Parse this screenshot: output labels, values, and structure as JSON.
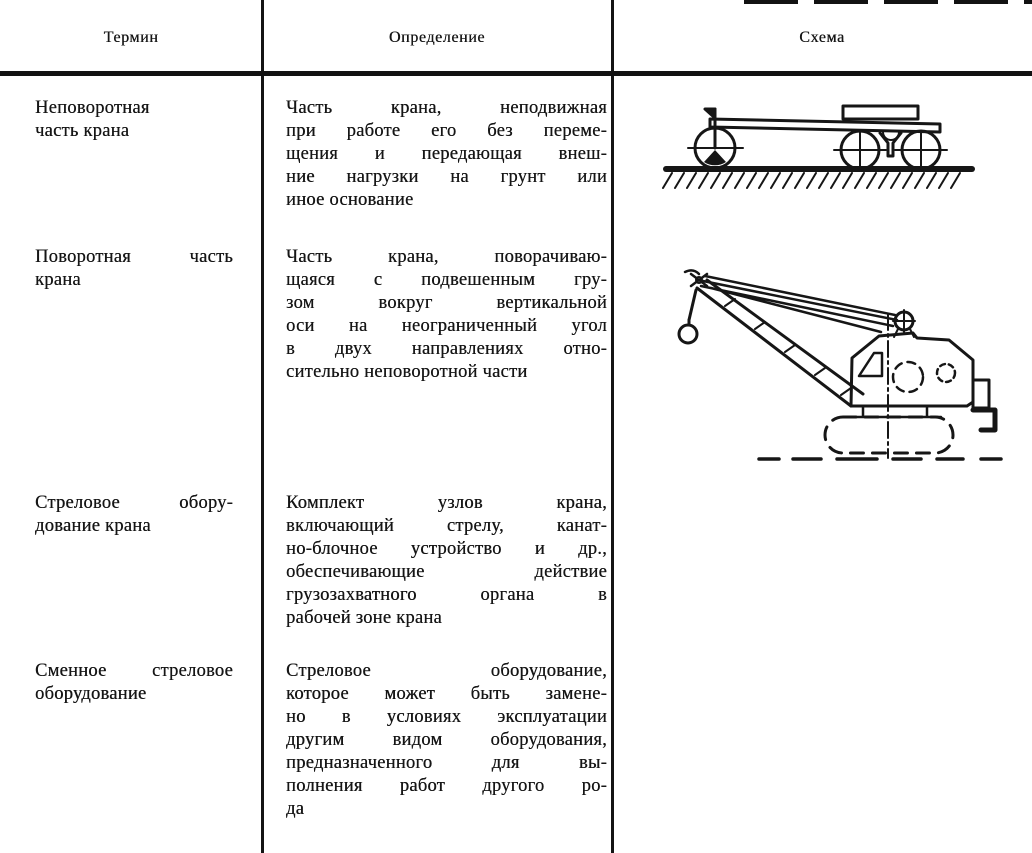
{
  "table": {
    "columns": [
      {
        "label": "Термин"
      },
      {
        "label": "Определение"
      },
      {
        "label": "Схема"
      }
    ],
    "rows": [
      {
        "term_lines": [
          "Неповоротная",
          "часть крана"
        ],
        "definition_lines": [
          "Часть крана, неподвижная",
          "при работе его без переме-",
          "щения и передающая внеш-",
          "ние нагрузки на грунт или",
          "иное основание"
        ],
        "schema_icon": "crane-non-rotating-chassis-diagram"
      },
      {
        "term_lines": [
          "Поворотная часть",
          "крана"
        ],
        "definition_lines": [
          "Часть крана, поворачиваю-",
          "щаяся с подвешенным гру-",
          "зом вокруг вертикальной",
          "оси на неограниченный угол",
          "в двух направлениях отно-",
          "сительно неповоротной части"
        ],
        "schema_icon": "crane-rotating-part-diagram"
      },
      {
        "term_lines": [
          "Стреловое обору-",
          "дование крана"
        ],
        "definition_lines": [
          "Комплект узлов крана,",
          "включающий стрелу, канат-",
          "но-блочное устройство и др.,",
          "обеспечивающие действие",
          "грузозахватного органа в",
          "рабочей зоне крана"
        ],
        "schema_icon": ""
      },
      {
        "term_lines": [
          "Сменное стреловое",
          "оборудование"
        ],
        "definition_lines": [
          "Стреловое оборудование,",
          "которое может быть замене-",
          "но в условиях эксплуатации",
          "другим видом оборудования,",
          "предназначенного для вы-",
          "полнения работ другого ро-",
          "да"
        ],
        "schema_icon": ""
      }
    ]
  },
  "ink_color": "#161616",
  "paper_color": "#ffffff"
}
